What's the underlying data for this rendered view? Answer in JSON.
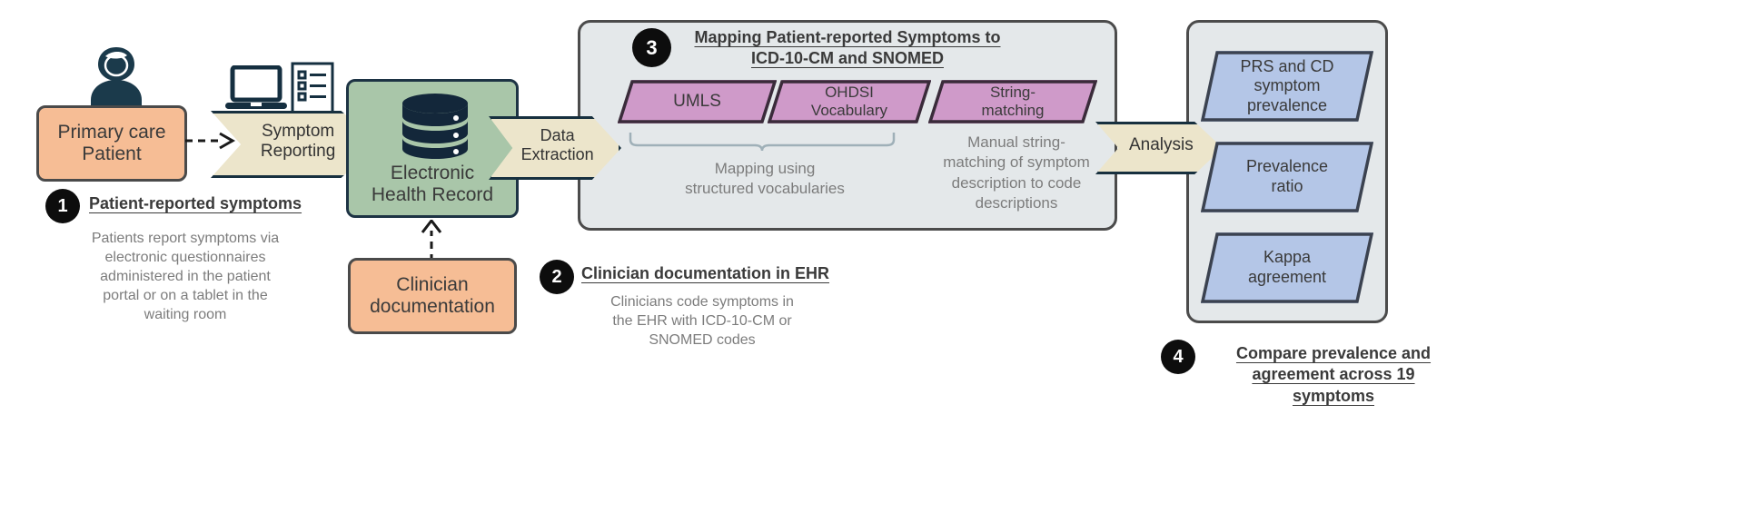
{
  "diagram": {
    "title": "Patient-reported symptom mapping and comparison workflow",
    "colors": {
      "peach": "#F6BD95",
      "green": "#A9C6A9",
      "cream_chevron": "#ECE5CB",
      "purple": "#CF9AC9",
      "blue": "#B4C6E7",
      "panel_gray": "#E4E8EA",
      "icon_navy": "#1B3A4B",
      "caption_gray": "#7C7C7C",
      "outline_dark": "#3D3D3D"
    }
  },
  "nodes": {
    "patient_box": "Primary care\nPatient",
    "patient_box_line1": "Primary care",
    "patient_box_line2": "Patient",
    "symptom_reporting": "Symptom\nReporting",
    "symptom_reporting_line1": "Symptom",
    "symptom_reporting_line2": "Reporting",
    "ehr_line1": "Electronic",
    "ehr_line2": "Health Record",
    "data_extraction_line1": "Data",
    "data_extraction_line2": "Extraction",
    "analysis": "Analysis",
    "clinician_line1": "Clinician",
    "clinician_line2": "documentation"
  },
  "mapping_panel": {
    "methods": [
      {
        "label": "UMLS",
        "line1": "UMLS",
        "line2": ""
      },
      {
        "label": "OHDSI Vocabulary",
        "line1": "OHDSI",
        "line2": "Vocabulary"
      },
      {
        "label": "String-matching",
        "line1": "String-",
        "line2": "matching"
      }
    ],
    "brace_caption_line1": "Mapping using",
    "brace_caption_line2": "structured vocabularies",
    "string_caption_line1": "Manual string-",
    "string_caption_line2": "matching of symptom",
    "string_caption_line3": "description to code",
    "string_caption_line4": "descriptions"
  },
  "outputs": {
    "items": [
      {
        "line1": "PRS and CD",
        "line2": "symptom",
        "line3": "prevalence"
      },
      {
        "line1": "Prevalence",
        "line2": "ratio",
        "line3": ""
      },
      {
        "line1": "Kappa",
        "line2": "agreement",
        "line3": ""
      }
    ]
  },
  "steps": [
    {
      "number": "1",
      "heading": "Patient-reported symptoms",
      "caption_lines": [
        "Patients report symptoms via",
        "electronic questionnaires",
        "administered in the patient",
        "portal or on a tablet in the",
        "waiting room"
      ]
    },
    {
      "number": "2",
      "heading": "Clinician documentation in EHR",
      "caption_lines": [
        "Clinicians code symptoms in",
        "the EHR with ICD-10-CM or",
        "SNOMED codes"
      ]
    },
    {
      "number": "3",
      "heading_line1": "Mapping Patient-reported Symptoms to",
      "heading_line2": "ICD-10-CM and SNOMED",
      "heading": "Mapping Patient-reported Symptoms to ICD-10-CM and SNOMED"
    },
    {
      "number": "4",
      "heading_line1": "Compare prevalence and",
      "heading_line2": "agreement across 19",
      "heading_line3": "symptoms",
      "heading": "Compare prevalence and agreement across 19 symptoms"
    }
  ],
  "icons": {
    "patient": "patient-avatar-icon",
    "laptop": "laptop-icon",
    "questionnaire": "questionnaire-checklist-icon",
    "database": "database-cylinder-icon"
  }
}
